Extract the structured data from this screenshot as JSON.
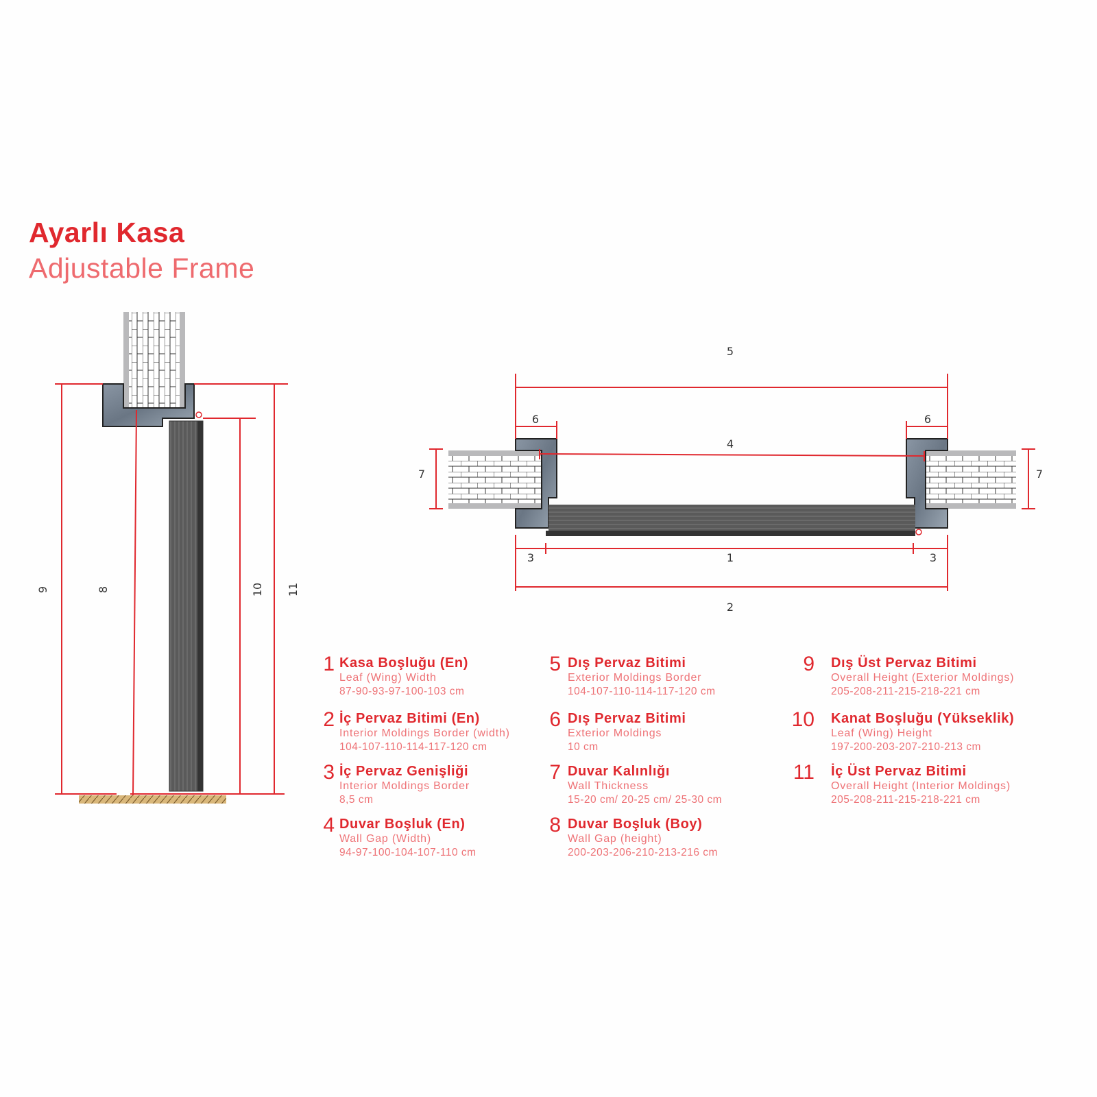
{
  "header": {
    "title": "Ayarlı Kasa",
    "subtitle": "Adjustable Frame"
  },
  "colors": {
    "accent": "#e0282e",
    "frame": "#6f7c8c",
    "leaf": "#4a4a4a",
    "wall": "#b9b9bb"
  },
  "section_labels": {
    "d9": "9",
    "d8": "8",
    "d10": "10",
    "d11": "11"
  },
  "plan_labels": {
    "d5": "5",
    "d6_left": "6",
    "d6_right": "6",
    "d4": "4",
    "d7_left": "7",
    "d7_right": "7",
    "d3_left": "3",
    "d1": "1",
    "d3_right": "3",
    "d2": "2"
  },
  "legend": [
    {
      "num": "1",
      "title": "Kasa Boşluğu (En)",
      "sub": "Leaf (Wing) Width",
      "value": "87-90-93-97-100-103 cm"
    },
    {
      "num": "2",
      "title": "İç Pervaz Bitimi (En)",
      "sub": "Interior Moldings Border (width)",
      "value": "104-107-110-114-117-120 cm"
    },
    {
      "num": "3",
      "title": "İç Pervaz Genişliği",
      "sub": "Interior Moldings Border",
      "value": "8,5 cm"
    },
    {
      "num": "4",
      "title": "Duvar Boşluk (En)",
      "sub": "Wall Gap (Width)",
      "value": "94-97-100-104-107-110 cm"
    },
    {
      "num": "5",
      "title": "Dış Pervaz Bitimi",
      "sub": "Exterior Moldings Border",
      "value": "104-107-110-114-117-120 cm"
    },
    {
      "num": "6",
      "title": "Dış Pervaz Bitimi",
      "sub": "Exterior Moldings",
      "value": "10 cm"
    },
    {
      "num": "7",
      "title": "Duvar Kalınlığı",
      "sub": "Wall Thickness",
      "value": "15-20 cm/ 20-25 cm/ 25-30 cm"
    },
    {
      "num": "8",
      "title": "Duvar Boşluk (Boy)",
      "sub": "Wall Gap (height)",
      "value": "200-203-206-210-213-216 cm"
    },
    {
      "num": "9",
      "title": "Dış Üst Pervaz Bitimi",
      "sub": "Overall Height (Exterior Moldings)",
      "value": "205-208-211-215-218-221 cm"
    },
    {
      "num": "10",
      "title": "Kanat Boşluğu (Yükseklik)",
      "sub": "Leaf (Wing) Height",
      "value": "197-200-203-207-210-213 cm"
    },
    {
      "num": "11",
      "title": "İç Üst Pervaz Bitimi",
      "sub": "Overall Height (Interior Moldings)",
      "value": "205-208-211-215-218-221 cm"
    }
  ]
}
